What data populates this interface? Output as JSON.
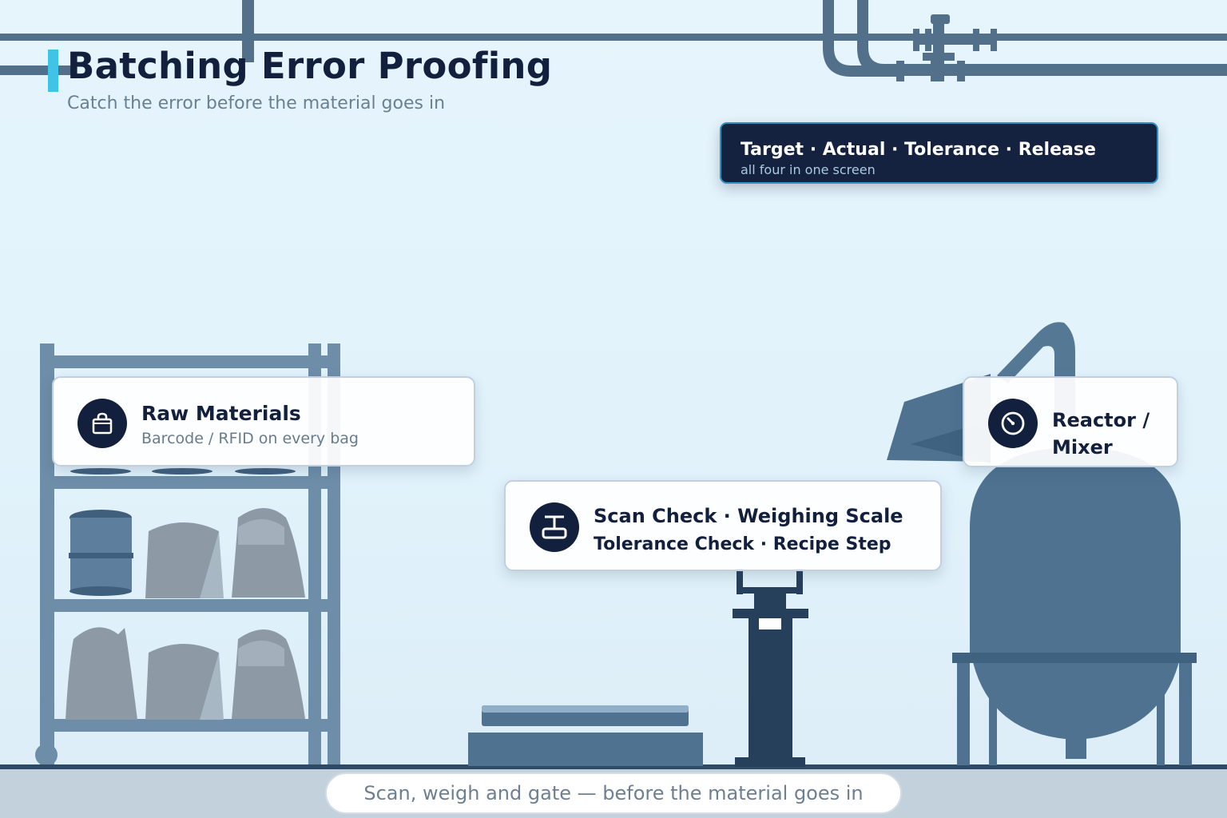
{
  "header": {
    "title": "Batching Error Proofing",
    "subtitle": "Catch the error before the material goes in"
  },
  "banner": {
    "title": "Target · Actual · Tolerance · Release",
    "subtitle": "all four in one screen"
  },
  "cards": {
    "raw_materials": {
      "title": "Raw Materials",
      "subtitle": "Barcode / RFID on every bag",
      "icon": "bag-icon"
    },
    "scan_check": {
      "line1": "Scan Check · Weighing Scale",
      "line2": "Tolerance Check · Recipe Step",
      "icon": "scale-icon"
    },
    "reactor": {
      "line1": "Reactor /",
      "line2": "Mixer",
      "icon": "gauge-icon"
    }
  },
  "footer": {
    "caption": "Scan, weigh and gate — before the material goes in"
  },
  "colors": {
    "navy": "#13203d",
    "accent": "#3fc3e6",
    "steel": "#4e7290",
    "background": "#e3f3fb"
  }
}
